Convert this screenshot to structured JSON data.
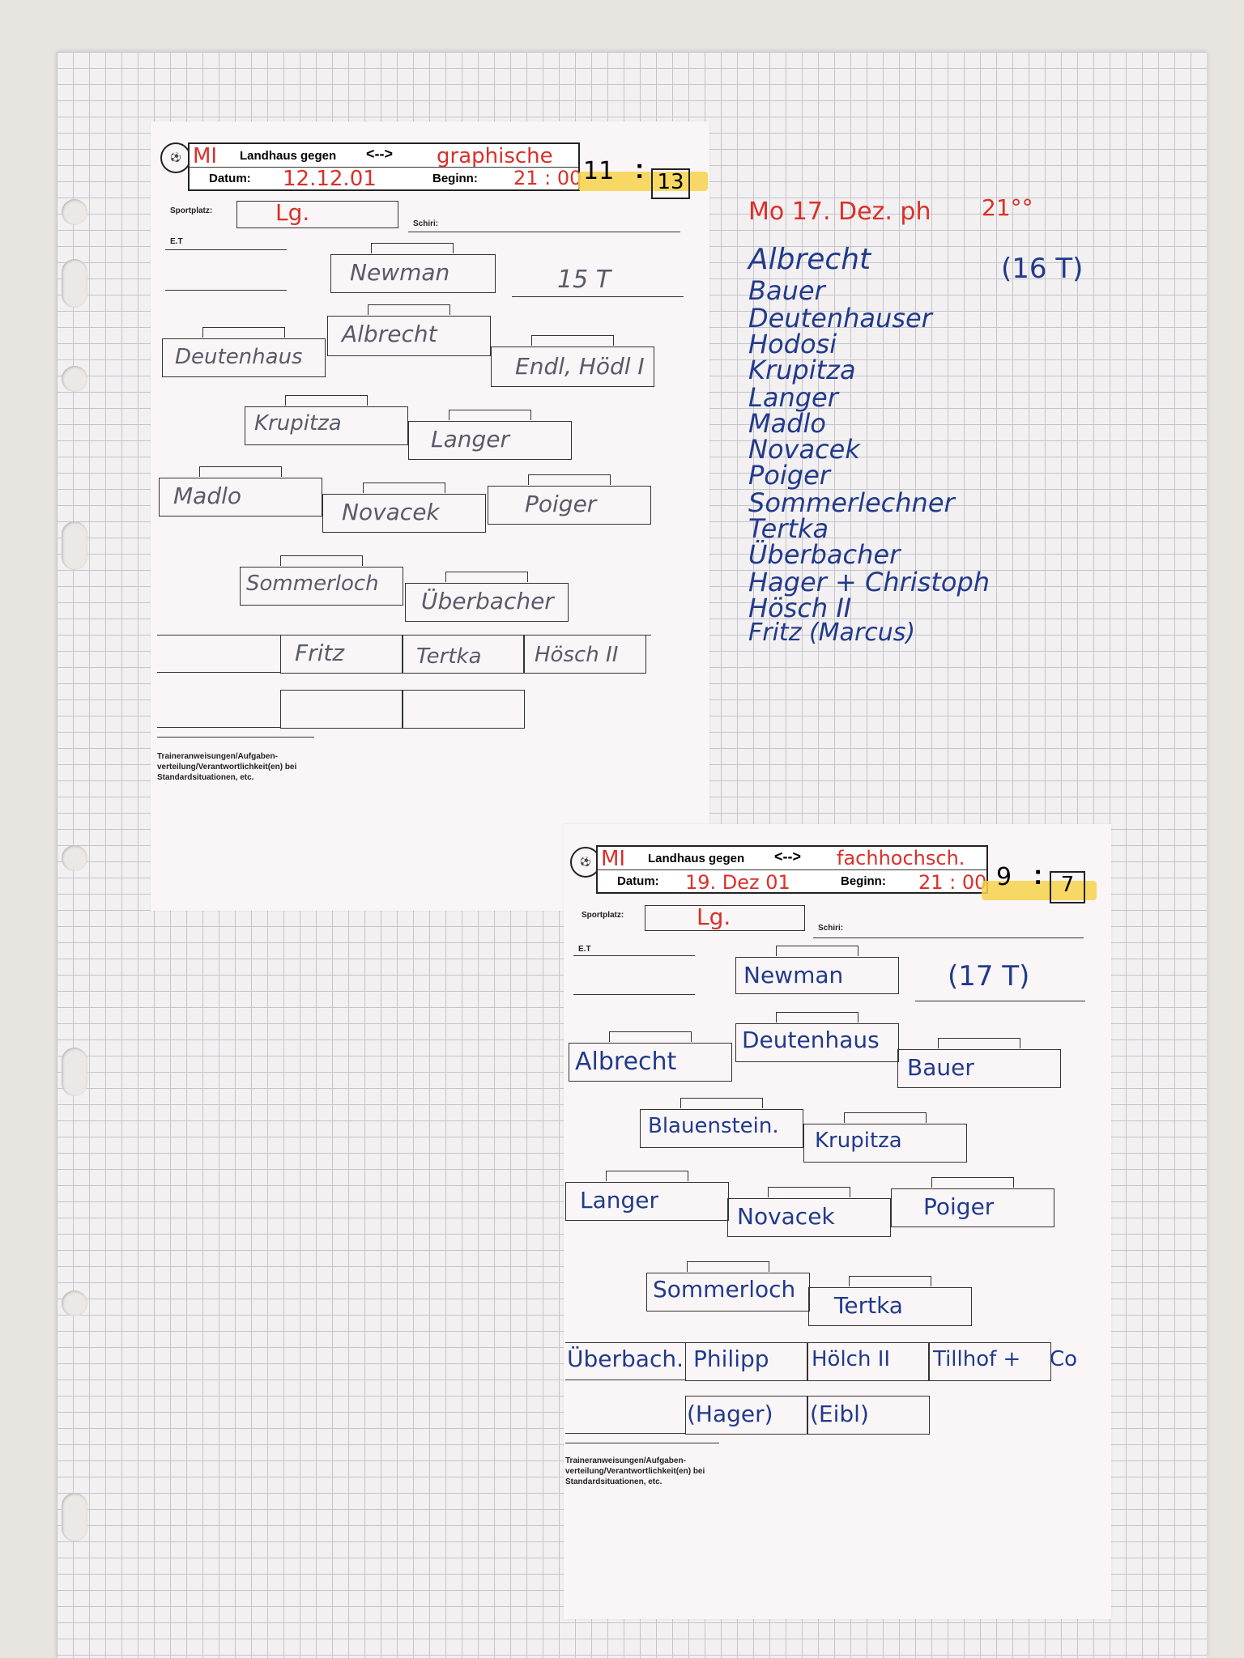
{
  "sheet1": {
    "league": "MI",
    "home": "Landhaus gegen",
    "arrow": "<-->",
    "opponent": "graphische",
    "date_label": "Datum:",
    "date": "12.12.01",
    "start_label": "Beginn:",
    "start": "21 : 00",
    "score_home": "11",
    "score_sep": ":",
    "score_away": "13",
    "venue_label": "Sportplatz:",
    "venue": "Lg.",
    "ref_label": "Schiri:",
    "et_label": "E.T",
    "keeper": "Newman",
    "note": "15 T",
    "positions": [
      "Deutenhaus",
      "Albrecht",
      "Endl, Hödl I",
      "Krupitza",
      "Langer",
      "Madlo",
      "Novacek",
      "Poiger",
      "Sommerloch",
      "Überbacher",
      "Fritz",
      "Tertka",
      "Hösch II"
    ],
    "footer": [
      "Traineranweisungen/Aufgaben-",
      "verteilung/Verantwortlichkeit(en) bei",
      "Standardsituationen, etc."
    ]
  },
  "sheet2": {
    "league": "MI",
    "home": "Landhaus gegen",
    "arrow": "<-->",
    "opponent": "fachhochsch.",
    "date_label": "Datum:",
    "date": "19. Dez 01",
    "start_label": "Beginn:",
    "start": "21 : 00",
    "score_home": "9",
    "score_sep": ":",
    "score_away": "7",
    "venue_label": "Sportplatz:",
    "venue": "Lg.",
    "ref_label": "Schiri:",
    "et_label": "E.T",
    "keeper": "Newman",
    "note": "(17 T)",
    "positions": [
      "Albrecht",
      "Deutenhaus",
      "Bauer",
      "Blauenstein.",
      "Krupitza",
      "Langer",
      "Novacek",
      "Poiger",
      "Sommerloch",
      "Tertka",
      "Überbach.",
      "Philipp",
      "Hölch II",
      "Tillhof +",
      "Co",
      "(Hager)",
      "(Eibl)"
    ],
    "footer": [
      "Traineranweisungen/Aufgaben-",
      "verteilung/Verantwortlichkeit(en) bei",
      "Standardsituationen, etc."
    ]
  },
  "notes": {
    "heading": "Mo 17. Dez. ph",
    "time": "21°°",
    "count": "(16 T)",
    "players": [
      "Albrecht",
      "Bauer",
      "Deutenhauser",
      "Hodosi",
      "Krupitza",
      "Langer",
      "Madlo",
      "Novacek",
      "Poiger",
      "Sommerlechner",
      "Tertka",
      "Überbacher",
      "Hager + Christoph",
      "Hösch II",
      "Fritz (Marcus)"
    ]
  }
}
